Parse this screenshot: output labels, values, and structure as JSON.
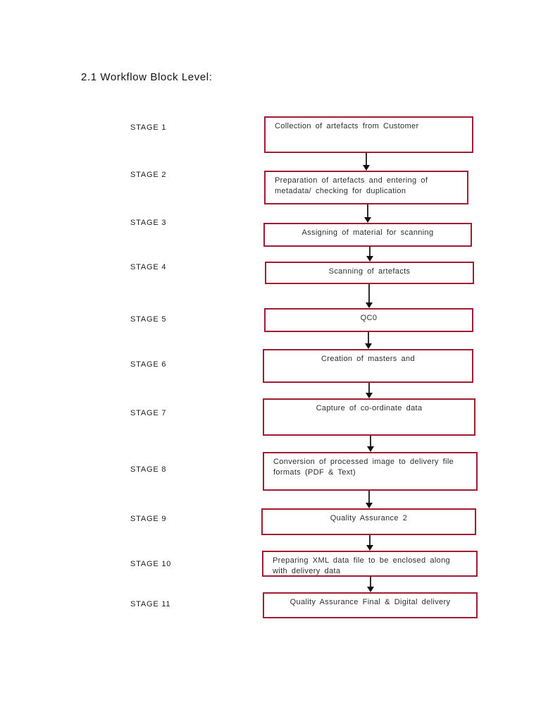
{
  "page": {
    "title": "2.1 Workflow Block Level:"
  },
  "diagram": {
    "colors": {
      "box_border": "#a11c33",
      "arrow": "#2e2e2e",
      "text": "#2d2d2d"
    },
    "stages": [
      {
        "label": "STAGE 1",
        "box_text": "Collection of artefacts from Customer"
      },
      {
        "label": "STAGE 2",
        "box_text": "Preparation of artefacts and entering of metadata/ checking for duplication"
      },
      {
        "label": "STAGE 3",
        "box_text": "Assigning of material for scanning"
      },
      {
        "label": "STAGE 4",
        "box_text": "Scanning of artefacts"
      },
      {
        "label": "STAGE 5",
        "box_text": "QC0"
      },
      {
        "label": "STAGE 6",
        "box_text": "Creation of masters and"
      },
      {
        "label": "STAGE 7",
        "box_text": "Capture of co-ordinate data"
      },
      {
        "label": "STAGE 8",
        "box_text": "Conversion of processed image to delivery file formats (PDF & Text)"
      },
      {
        "label": "STAGE 9",
        "box_text": "Quality Assurance 2"
      },
      {
        "label": "STAGE 10",
        "box_text": "Preparing XML data file to be enclosed along with delivery data"
      },
      {
        "label": "STAGE 11",
        "box_text": "Quality Assurance Final & Digital delivery"
      }
    ]
  }
}
